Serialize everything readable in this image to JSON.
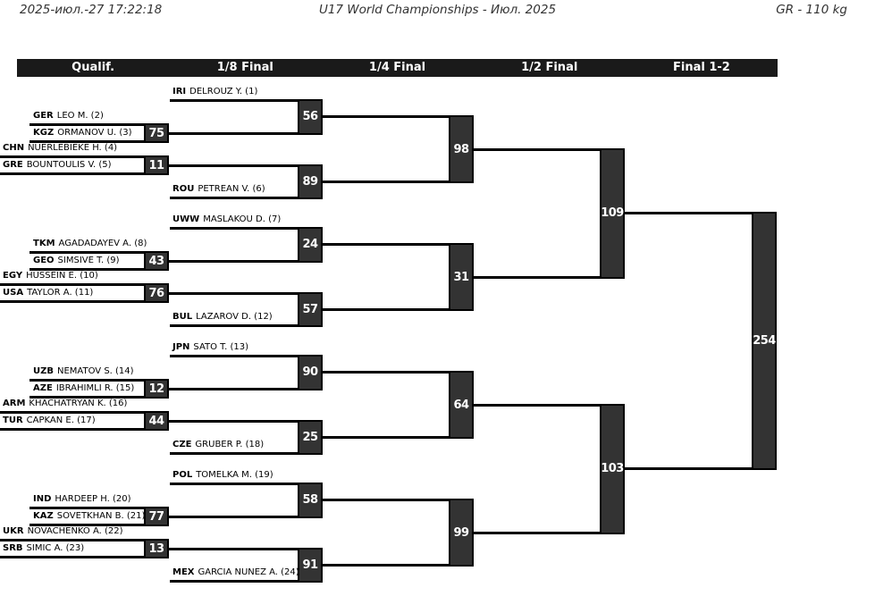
{
  "header": {
    "timestamp": "2025-июл.-27 17:22:18",
    "title": "U17 World Championships - Июл. 2025",
    "category": "GR - 110 kg"
  },
  "rounds": [
    "Qualif.",
    "1/8 Final",
    "1/4 Final",
    "1/2 Final",
    "Final 1-2"
  ],
  "bracket": {
    "groups": [
      {
        "slots": [
          {
            "country": "IRI",
            "name": "DELROUZ Y. (1)"
          },
          {
            "country": "GER",
            "name": "LEO M. (2)"
          },
          {
            "country": "KGZ",
            "name": "ORMANOV U. (3)"
          },
          {
            "country": "CHN",
            "name": "NUERLEBIEKE H. (4)"
          },
          {
            "country": "GRE",
            "name": "BOUNTOULIS V. (5)"
          },
          {
            "country": "ROU",
            "name": "PETREAN V. (6)"
          }
        ],
        "matches": {
          "qualif_top": "75",
          "qualif_bottom": "11",
          "eighth_top": "56",
          "eighth_bottom": "89",
          "quarter": "98"
        }
      },
      {
        "slots": [
          {
            "country": "UWW",
            "name": "MASLAKOU D. (7)"
          },
          {
            "country": "TKM",
            "name": "AGADADAYEV A. (8)"
          },
          {
            "country": "GEO",
            "name": "SIMSIVE T. (9)"
          },
          {
            "country": "EGY",
            "name": "HUSSEIN E. (10)"
          },
          {
            "country": "USA",
            "name": "TAYLOR A. (11)"
          },
          {
            "country": "BUL",
            "name": "LAZAROV D. (12)"
          }
        ],
        "matches": {
          "qualif_top": "43",
          "qualif_bottom": "76",
          "eighth_top": "24",
          "eighth_bottom": "57",
          "quarter": "31"
        }
      },
      {
        "slots": [
          {
            "country": "JPN",
            "name": "SATO T. (13)"
          },
          {
            "country": "UZB",
            "name": "NEMATOV S. (14)"
          },
          {
            "country": "AZE",
            "name": "IBRAHIMLI R. (15)"
          },
          {
            "country": "ARM",
            "name": "KHACHATRYAN K. (16)"
          },
          {
            "country": "TUR",
            "name": "CAPKAN E. (17)"
          },
          {
            "country": "CZE",
            "name": "GRUBER P. (18)"
          }
        ],
        "matches": {
          "qualif_top": "12",
          "qualif_bottom": "44",
          "eighth_top": "90",
          "eighth_bottom": "25",
          "quarter": "64"
        }
      },
      {
        "slots": [
          {
            "country": "POL",
            "name": "TOMELKA M. (19)"
          },
          {
            "country": "IND",
            "name": "HARDEEP H. (20)"
          },
          {
            "country": "KAZ",
            "name": "SOVETKHAN B. (21)"
          },
          {
            "country": "UKR",
            "name": "NOVACHENKO A. (22)"
          },
          {
            "country": "SRB",
            "name": "SIMIC A. (23)"
          },
          {
            "country": "MEX",
            "name": "GARCIA NUNEZ A. (24)"
          }
        ],
        "matches": {
          "qualif_top": "77",
          "qualif_bottom": "13",
          "eighth_top": "58",
          "eighth_bottom": "91",
          "quarter": "99"
        }
      }
    ],
    "semifinals": [
      "109",
      "103"
    ],
    "final": "254"
  },
  "colors": {
    "round_bar_bg": "#1a1a1a",
    "match_box_bg": "#333333",
    "line": "#000000",
    "match_number_text": "#ffffff",
    "header_text": "#333333"
  }
}
